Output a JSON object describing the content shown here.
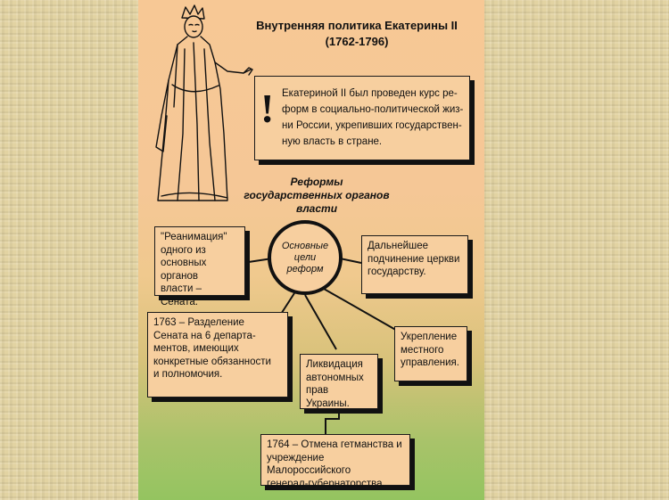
{
  "title": "Внутренняя политика Екатерины II",
  "subtitle": "(1762-1796)",
  "exclamation": "!",
  "intro_text": "Екатериной II был проведен курс ре-\nформ в социально-политической жиз-\nни России, укрепивших государствен-\nную власть в стране.",
  "reforms_heading": "Реформы\nгосударственных органов власти",
  "center_node": "Основные\nцели\nреформ",
  "boxes": {
    "senate_reanimation": "\"Реанимация\"\nодного из\nосновных органов\nвласти – Сената.",
    "church": "Дальнейшее\nподчинение церкви\nгосударству.",
    "senate_division": "1763 – Разделение\nСената на 6 департа-\nментов, имеющих\nконкретные обязанности\nи полномочия.",
    "local_gov": "Укрепление\nместного\nуправления.",
    "ukraine_rights": "Ликвидация\nавтономных\nправ Украины.",
    "hetmanate": "1764 – Отмена гетманства и\nучреждение Малороссийского\nгенерал-губернаторства."
  }
}
